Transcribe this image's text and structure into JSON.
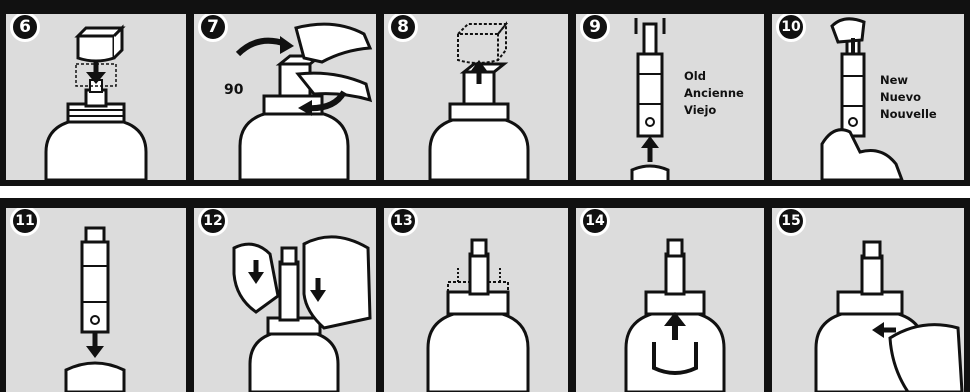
{
  "colors": {
    "background": "#dcdcdc",
    "frame": "#111111",
    "line": "#111111",
    "fill": "#ffffff"
  },
  "steps": [
    {
      "number": "6"
    },
    {
      "number": "7",
      "angle_label": "90"
    },
    {
      "number": "8"
    },
    {
      "number": "9",
      "labels": [
        "Old",
        "Ancienne",
        "Viejo"
      ]
    },
    {
      "number": "10",
      "labels": [
        "New",
        "Nuevo",
        "Nouvelle"
      ]
    },
    {
      "number": "11"
    },
    {
      "number": "12"
    },
    {
      "number": "13"
    },
    {
      "number": "14"
    },
    {
      "number": "15"
    }
  ]
}
